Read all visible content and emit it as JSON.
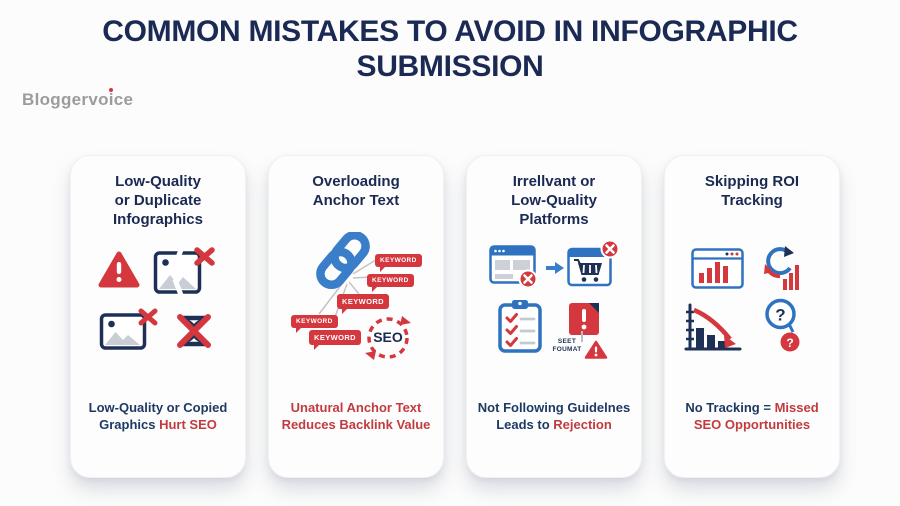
{
  "page": {
    "title_lines": [
      "COMMON MISTAKES TO AVOID IN INFOGRAPHIC",
      "SUBMISSION"
    ],
    "logo_text": "Bloggervoice"
  },
  "colors": {
    "title_navy": "#1a2a54",
    "caption_navy": "#1e3a63",
    "accent_red": "#d4383e",
    "caption_red": "#c23b3e",
    "icon_blue": "#2f72bf",
    "icon_navy": "#1e3055",
    "icon_gray": "#c9ced6",
    "logo_gray": "#9c9c9c"
  },
  "glyphs": {
    "question_primary": "?",
    "question_secondary": "?"
  },
  "cards": [
    {
      "title_lines": [
        "Low-Quality",
        "or Duplicate",
        "Infographics"
      ],
      "icon_names": [
        "warning-triangle-icon",
        "broken-image-rejected-icon",
        "image-rejected-icon",
        "duplicate-content-crossed-icon"
      ],
      "caption_parts": [
        {
          "text": "Low-Quality or Copied Graphics ",
          "color": "navy"
        },
        {
          "text": "Hurt SEO",
          "color": "red"
        }
      ]
    },
    {
      "title_lines": [
        "Overloading",
        "Anchor Text"
      ],
      "icon_names": [
        "chain-link-icon",
        "keyword-speech-tags",
        "seo-cycle-icon"
      ],
      "keyword_tags": [
        "KEYWORD",
        "KEYWORD",
        "KEYWORD",
        "KEYWORD",
        "KEYWORD"
      ],
      "seo_badge": "SEO",
      "caption_parts": [
        {
          "text": "Unatural Anchor Text Reduces Backlink Value",
          "color": "red"
        }
      ]
    },
    {
      "title_lines": [
        "Irrellvant or",
        "Low-Quality",
        "Platforms"
      ],
      "icon_names": [
        "browser-rejected-icon",
        "arrow-right-icon",
        "cart-rejected-icon",
        "checklist-clipboard-icon",
        "alert-document-icon",
        "warning-triangle-small-icon"
      ],
      "doc_note_lines": [
        "SEET",
        "FOUMAT"
      ],
      "caption_parts": [
        {
          "text": "Not Following Guidelnes Leads to ",
          "color": "navy"
        },
        {
          "text": "Rejection",
          "color": "red"
        }
      ]
    },
    {
      "title_lines": [
        "Skipping ROI",
        "Tracking"
      ],
      "icon_names": [
        "analytics-window-icon",
        "refresh-growth-icon",
        "declining-chart-icon",
        "question-search-icon"
      ],
      "caption_parts": [
        {
          "text": "No Tracking = ",
          "color": "navy"
        },
        {
          "text": "Missed SEO Opportunities",
          "color": "red"
        }
      ]
    }
  ]
}
